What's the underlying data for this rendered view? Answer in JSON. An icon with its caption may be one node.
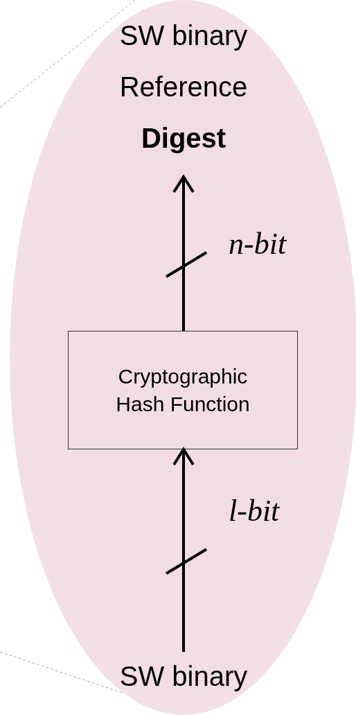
{
  "diagram": {
    "nodes": [
      {
        "text": [],
        "shape": "ellipse"
      },
      {
        "text": [
          "SW binary Reference **Digest**"
        ],
        "in": 0
      },
      {
        "text": [
          "Cryptographic Hash Function"
        ],
        "in": 0
      },
      {
        "text": [
          "SW binary"
        ],
        "in": 0
      }
    ],
    "edges": [
      {
        "from": 3,
        "to": 2,
        "arrow": "to",
        "label": "l-bit"
      },
      {
        "from": 2,
        "to": 1,
        "arrow": "to",
        "label": "n-bit"
      }
    ]
  }
}
